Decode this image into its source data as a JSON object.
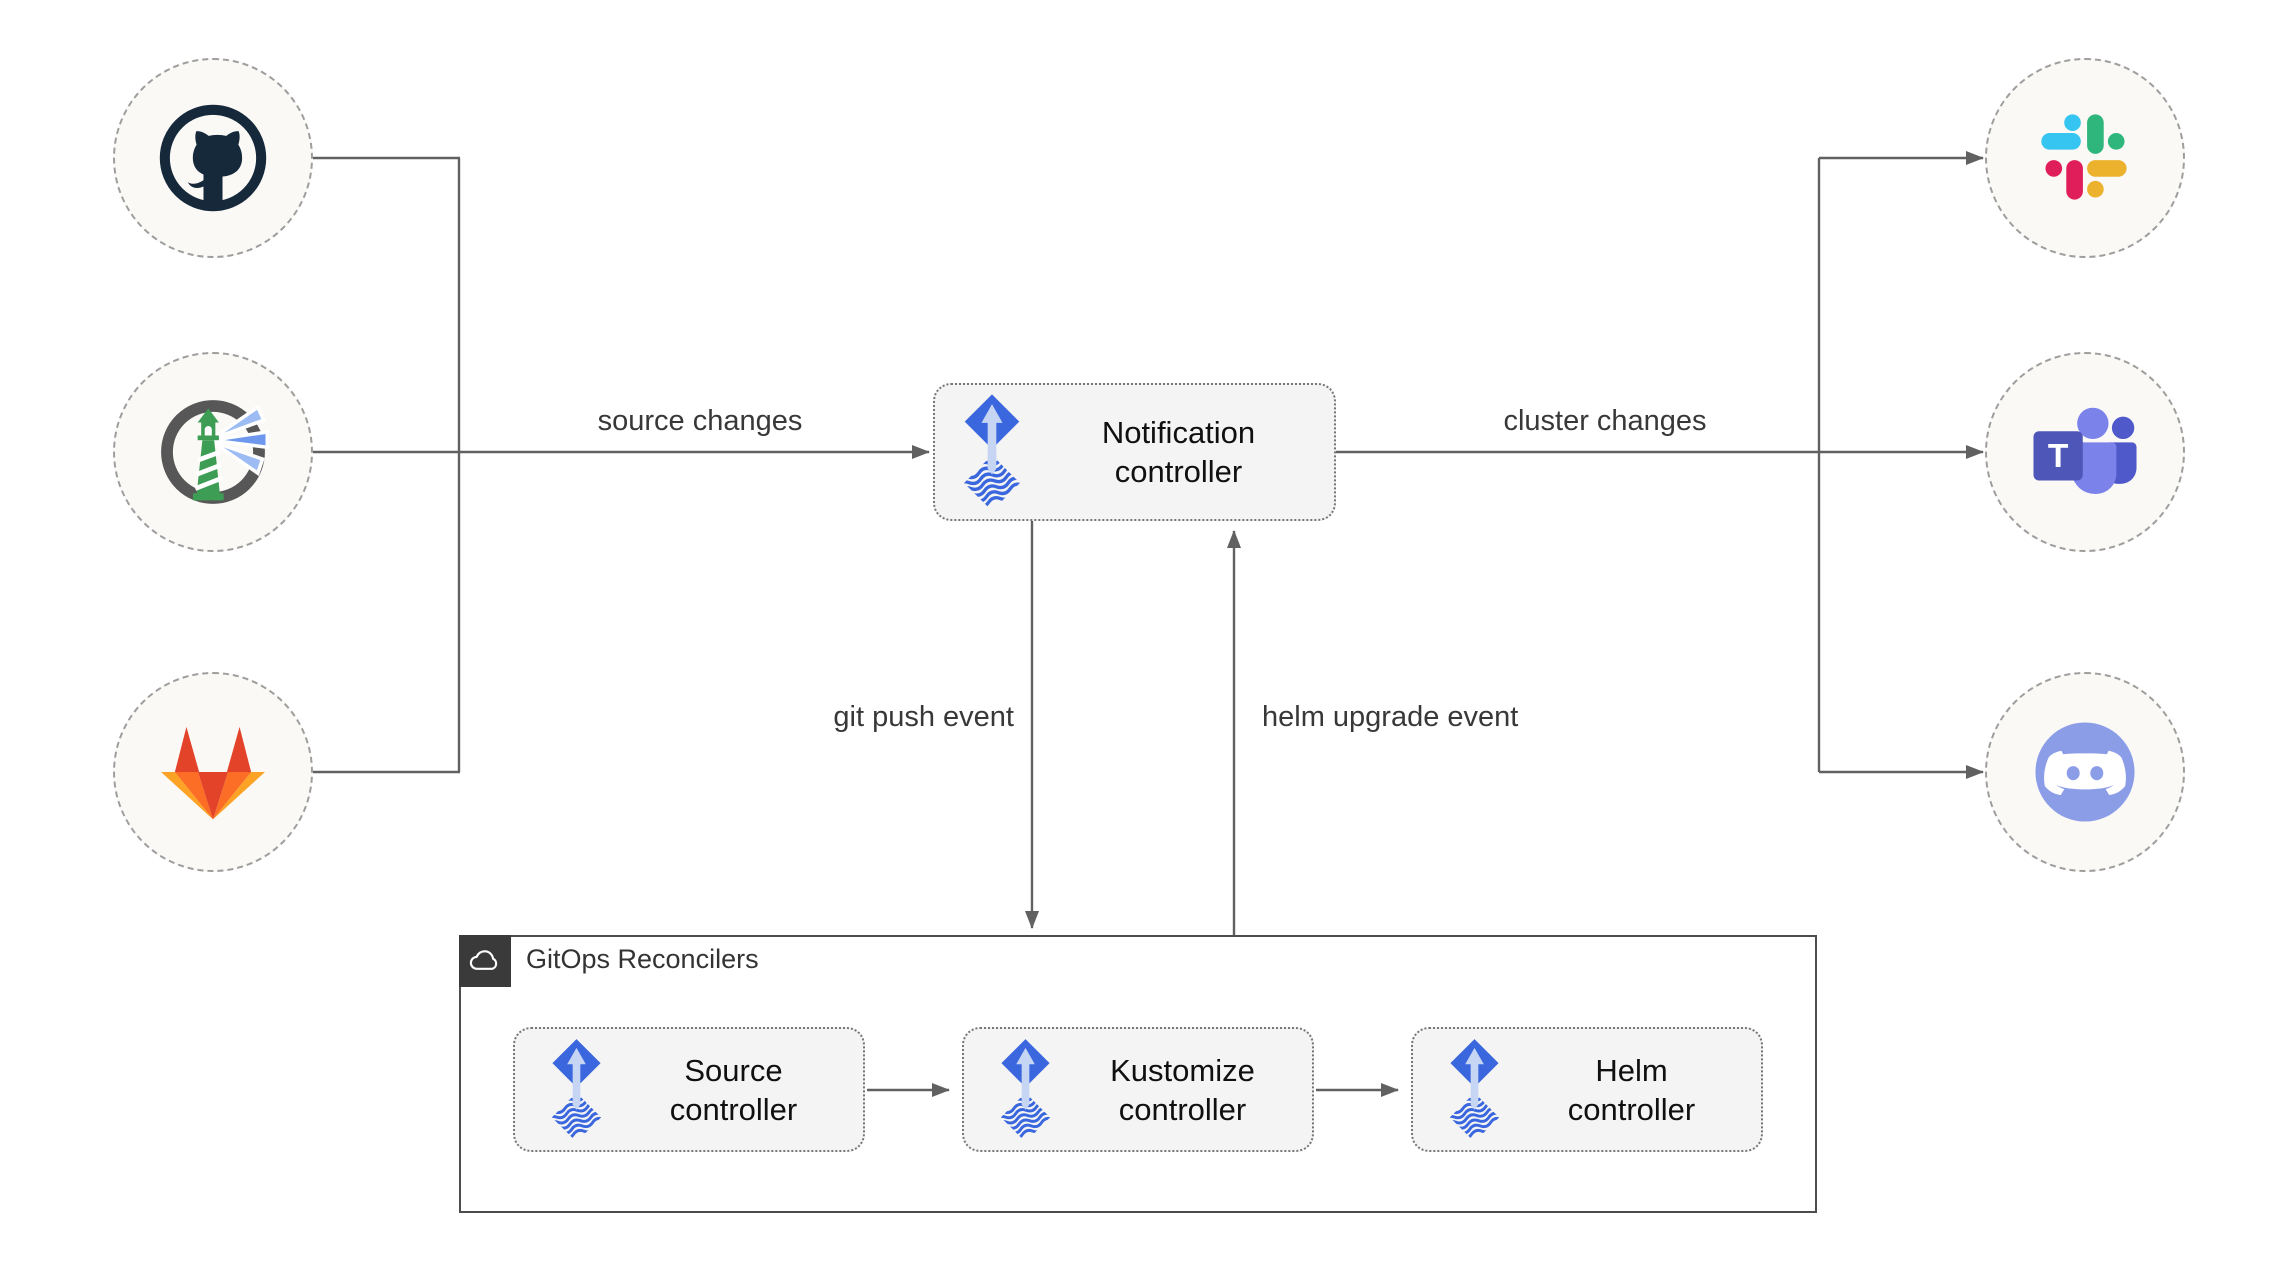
{
  "labels": {
    "source_changes": "source changes",
    "cluster_changes": "cluster changes",
    "git_push_event": "git push event",
    "helm_upgrade_event": "helm upgrade event"
  },
  "container": {
    "title": "GitOps Reconcilers"
  },
  "nodes": {
    "notification": {
      "line1": "Notification",
      "line2": "controller"
    },
    "source": {
      "line1": "Source",
      "line2": "controller"
    },
    "kustomize": {
      "line1": "Kustomize",
      "line2": "controller"
    },
    "helm": {
      "line1": "Helm",
      "line2": "controller"
    }
  },
  "icons": {
    "left_sources": [
      "github-icon",
      "harbor-icon",
      "gitlab-icon"
    ],
    "right_targets": [
      "slack-icon",
      "teams-icon",
      "discord-icon"
    ],
    "node_icon": "flux-icon",
    "container_icon": "cloud-icon",
    "teams_letter": "T"
  },
  "colors": {
    "line_gray": "#616161",
    "node_fill": "#F4F4F4",
    "circle_fill": "#FAF9F6",
    "container_border": "#4D4D4D",
    "badge_dark": "#3A3A3A",
    "flux_blue": "#3A67DE",
    "flux_arrow_light": "#C5D5F3",
    "github_navy": "#16293B",
    "harbor_green": "#3E9D54",
    "gitlab_palette": [
      "#E24329",
      "#FC6D26",
      "#FCA326"
    ],
    "slack_palette": [
      "#36C5F0",
      "#2EB67D",
      "#ECB22E",
      "#E01E5A"
    ],
    "teams_palette": [
      "#4E56B8",
      "#7B83EB",
      "#5059C9"
    ],
    "discord_blurple": "#8C9DE8"
  }
}
